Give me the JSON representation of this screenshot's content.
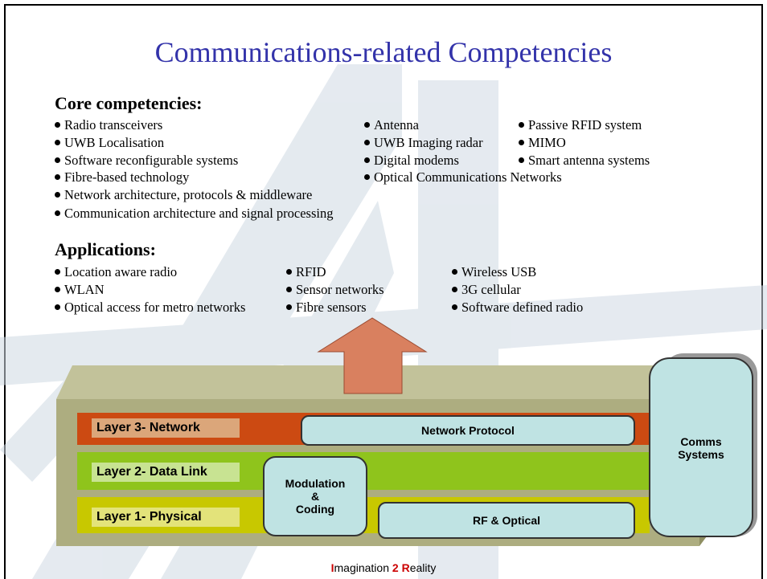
{
  "title": "Communications-related Competencies",
  "core": {
    "heading": "Core competencies:",
    "col1": [
      "Radio transceivers",
      "UWB Localisation",
      "Software reconfigurable systems",
      "Fibre-based technology",
      "Network architecture, protocols & middleware",
      "Communication architecture and signal processing"
    ],
    "col2": [
      "Antenna",
      "UWB Imaging radar",
      "Digital modems",
      "Optical Communications Networks"
    ],
    "col3": [
      "Passive RFID system",
      "MIMO",
      "Smart antenna systems"
    ]
  },
  "applications": {
    "heading": "Applications:",
    "col1": [
      "Location aware radio",
      "WLAN",
      "Optical access for metro networks"
    ],
    "col2": [
      "RFID",
      "Sensor networks",
      "Fibre sensors"
    ],
    "col3": [
      "Wireless USB",
      "3G cellular",
      "Software defined radio"
    ]
  },
  "diagram": {
    "layers": [
      "Layer 3-  Network",
      "Layer 2-  Data Link",
      "Layer 1- Physical"
    ],
    "network_protocol": "Network Protocol",
    "modulation": [
      "Modulation",
      "&",
      "Coding"
    ],
    "rf_optical": "RF & Optical",
    "comms": [
      "Comms",
      "Systems"
    ]
  },
  "footer": {
    "i": "I",
    "imagination_rest": "magination ",
    "two": "2",
    "r": "R",
    "reality_rest": "eality"
  },
  "colors": {
    "title": "#3333aa",
    "layer3": "#cc4a12",
    "layer2": "#8fc41c",
    "layer1": "#c8c800",
    "boxes": "#bfe3e3",
    "platform": "#c2c29a"
  }
}
